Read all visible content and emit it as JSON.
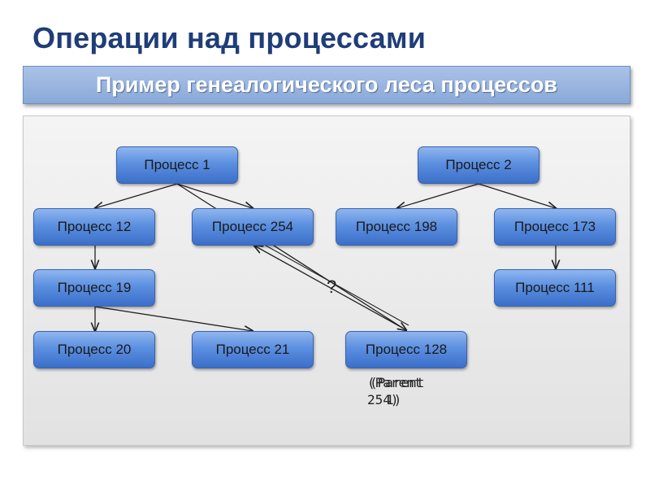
{
  "title": "Операции над процессами",
  "subtitle": "Пример генеалогического леса процессов",
  "nodes": {
    "p1": "Процесс 1",
    "p2": "Процесс 2",
    "p12": "Процесс 12",
    "p254": "Процесс 254",
    "p198": "Процесс 198",
    "p173": "Процесс 173",
    "p19": "Процесс 19",
    "p111": "Процесс 111",
    "p20": "Процесс 20",
    "p21": "Процесс 21",
    "p128": "Процесс 128"
  },
  "question_mark": "?",
  "annotation": {
    "line1": "(Parent",
    "line2": "254)",
    "overlay_line1": "(Parent",
    "overlay_line2": "1)"
  },
  "edges": [
    {
      "from": "p1",
      "to": "p12"
    },
    {
      "from": "p1",
      "to": "p254"
    },
    {
      "from": "p1",
      "to": "p128"
    },
    {
      "from": "p2",
      "to": "p198"
    },
    {
      "from": "p2",
      "to": "p173"
    },
    {
      "from": "p12",
      "to": "p19"
    },
    {
      "from": "p173",
      "to": "p111"
    },
    {
      "from": "p19",
      "to": "p20"
    },
    {
      "from": "p19",
      "to": "p21"
    },
    {
      "from": "p128",
      "to": "p254"
    }
  ]
}
